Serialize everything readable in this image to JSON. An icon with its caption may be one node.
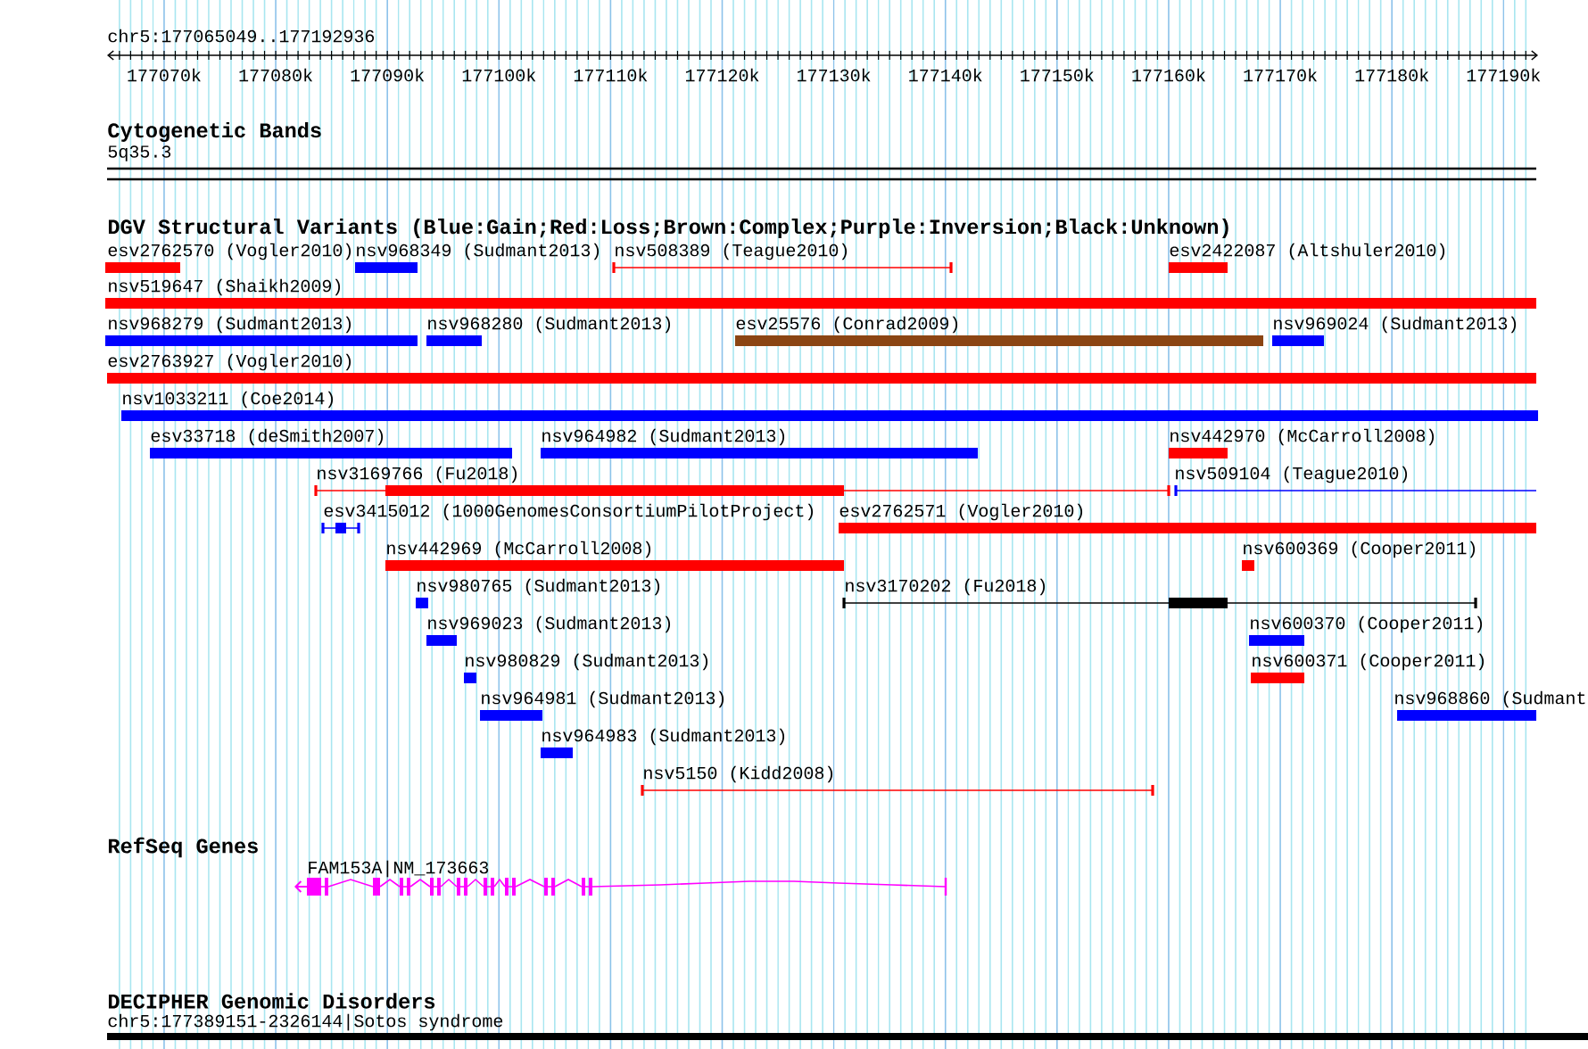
{
  "diagram": {
    "nodes": [
      {
        "text": [
          "5q35.3"
        ]
      },
      {
        "text": [
          "esv2762570 (Vogler2010)"
        ]
      },
      {
        "text": [
          "nsv968349 (Sudmant2013)"
        ]
      },
      {
        "text": [
          "nsv508389 (Teague2010)"
        ]
      },
      {
        "text": [
          "esv2422087 (Altshuler2010)"
        ]
      },
      {
        "text": [
          "nsv519647 (Shaikh2009)"
        ]
      },
      {
        "text": [
          "nsv968279 (Sudmant2013)"
        ]
      },
      {
        "text": [
          "nsv968280 (Sudmant2013)"
        ]
      },
      {
        "text": [
          "esv25576 (Conrad2009)"
        ]
      },
      {
        "text": [
          "nsv969024 (Sudmant2013)"
        ]
      },
      {
        "text": [
          "esv2763927 (Vogler2010)"
        ]
      },
      {
        "text": [
          "nsv1033211 (Coe2014)"
        ]
      },
      {
        "text": [
          "esv33718 (deSmith2007)"
        ]
      },
      {
        "text": [
          "nsv964982 (Sudmant2013)"
        ]
      },
      {
        "text": [
          "nsv442970 (McCarroll2008)"
        ]
      },
      {
        "text": [
          "nsv3169766 (Fu2018)"
        ]
      },
      {
        "text": [
          "nsv509104 (Teague2010)"
        ]
      },
      {
        "text": [
          "esv3415012 (1000GenomesConsortiumPilotProject)"
        ]
      },
      {
        "text": [
          "esv2762571 (Vogler2010)"
        ]
      },
      {
        "text": [
          "nsv442969 (McCarroll2008)"
        ]
      },
      {
        "text": [
          "nsv600369 (Cooper2011)"
        ]
      },
      {
        "text": [
          "nsv980765 (Sudmant2013)"
        ]
      },
      {
        "text": [
          "nsv3170202 (Fu2018)"
        ]
      },
      {
        "text": [
          "nsv969023 (Sudmant2013)"
        ]
      },
      {
        "text": [
          "nsv600370 (Cooper2011)"
        ]
      },
      {
        "text": [
          "nsv980829 (Sudmant2013)"
        ]
      },
      {
        "text": [
          "nsv600371 (Cooper2011)"
        ]
      },
      {
        "text": [
          "nsv964981 (Sudmant2013)"
        ]
      },
      {
        "text": [
          "nsv968860 (Sudmant"
        ]
      },
      {
        "text": [
          "nsv964983 (Sudmant2013)"
        ]
      },
      {
        "text": [
          "nsv5150 (Kidd2008)"
        ]
      },
      {
        "text": [
          "FAM153A|NM_173663"
        ]
      },
      {
        "text": [
          "chr5:177389151-2326144|Sotos syndrome"
        ]
      }
    ],
    "labels": [
      "chr5:177065049..177192936",
      "177070k",
      "177080k",
      "177090k",
      "177100k",
      "177110k",
      "177120k",
      "177130k",
      "177140k",
      "177150k",
      "177160k",
      "177170k",
      "177180k",
      "177190k",
      "Cytogenetic Bands",
      "DGV Structural Variants (Blue:Gain;Red:Loss;Brown:Complex;Purple:Inversion;Black:Unknown)",
      "RefSeq Genes",
      "DECIPHER Genomic Disorders"
    ]
  }
}
